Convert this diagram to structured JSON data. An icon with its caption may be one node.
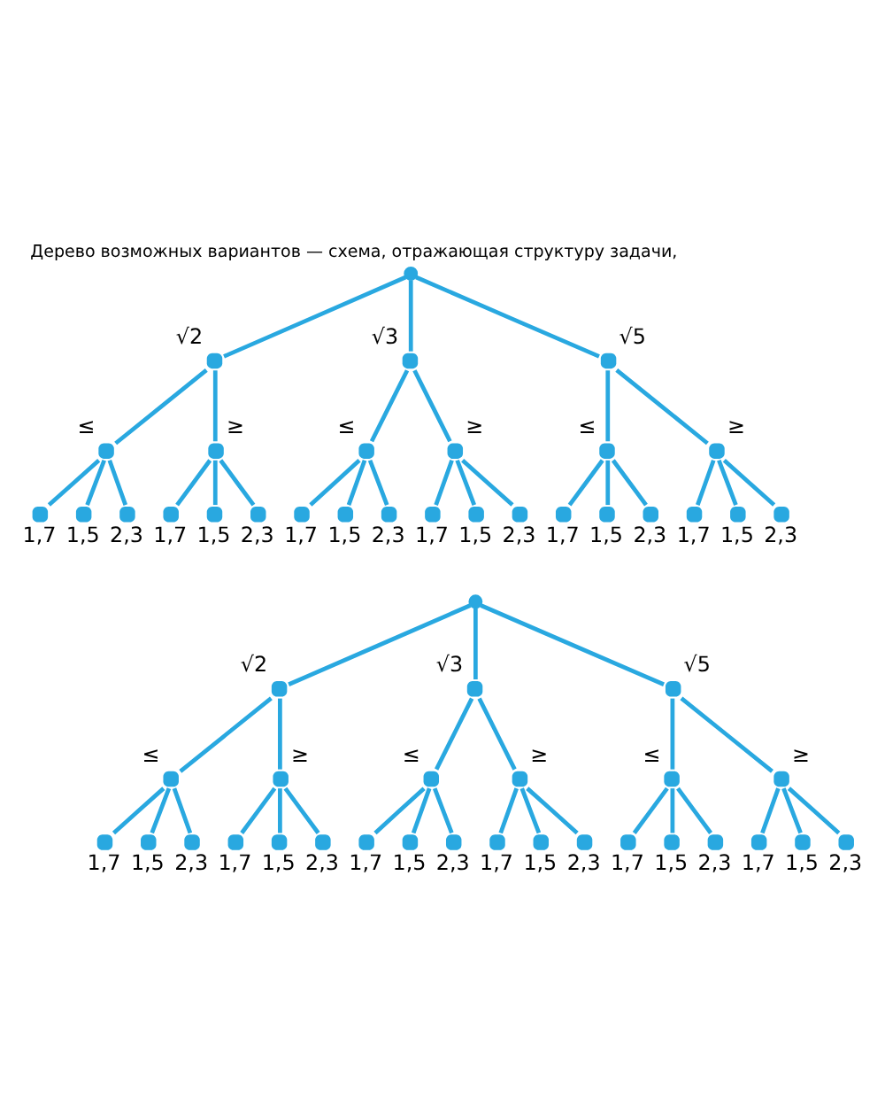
{
  "diagram": {
    "title": "Дерево возможных вариантов — схема, отражающая структуру задачи,",
    "nodes": [
      {
        "text": [],
        "shape": "circle"
      },
      {
        "text": [],
        "shape": "circle",
        "beside": [
          "√2"
        ]
      },
      {
        "text": [],
        "shape": "circle",
        "beside": [
          "√3"
        ]
      },
      {
        "text": [],
        "shape": "circle",
        "beside": [
          "√5"
        ]
      },
      {
        "text": [],
        "shape": "circle",
        "beside": [
          "≤"
        ]
      },
      {
        "text": [],
        "shape": "circle",
        "beside": [
          "≥"
        ]
      },
      {
        "text": [],
        "shape": "circle",
        "beside": [
          "≤"
        ]
      },
      {
        "text": [],
        "shape": "circle",
        "beside": [
          "≥"
        ]
      },
      {
        "text": [],
        "shape": "circle",
        "beside": [
          "≤"
        ]
      },
      {
        "text": [],
        "shape": "circle",
        "beside": [
          "≥"
        ]
      },
      {
        "text": [],
        "shape": "circle",
        "beside": [
          "1,7"
        ]
      },
      {
        "text": [],
        "shape": "circle",
        "beside": [
          "1,5"
        ]
      },
      {
        "text": [],
        "shape": "circle",
        "beside": [
          "2,3"
        ]
      },
      {
        "text": [],
        "shape": "circle",
        "beside": [
          "1,7"
        ]
      },
      {
        "text": [],
        "shape": "circle",
        "beside": [
          "1,5"
        ]
      },
      {
        "text": [],
        "shape": "circle",
        "beside": [
          "2,3"
        ]
      },
      {
        "text": [],
        "shape": "circle",
        "beside": [
          "1,7"
        ]
      },
      {
        "text": [],
        "shape": "circle",
        "beside": [
          "1,5"
        ]
      },
      {
        "text": [],
        "shape": "circle",
        "beside": [
          "2,3"
        ]
      },
      {
        "text": [],
        "shape": "circle",
        "beside": [
          "1,7"
        ]
      },
      {
        "text": [],
        "shape": "circle",
        "beside": [
          "1,5"
        ]
      },
      {
        "text": [],
        "shape": "circle",
        "beside": [
          "2,3"
        ]
      },
      {
        "text": [],
        "shape": "circle",
        "beside": [
          "1,7"
        ]
      },
      {
        "text": [],
        "shape": "circle",
        "beside": [
          "1,5"
        ]
      },
      {
        "text": [],
        "shape": "circle",
        "beside": [
          "2,3"
        ]
      },
      {
        "text": [],
        "shape": "circle",
        "beside": [
          "1,7"
        ]
      },
      {
        "text": [],
        "shape": "circle",
        "beside": [
          "1,5"
        ]
      },
      {
        "text": [],
        "shape": "circle",
        "beside": [
          "2,3"
        ]
      },
      {
        "text": [],
        "shape": "circle"
      },
      {
        "text": [],
        "shape": "circle",
        "beside": [
          "√2"
        ]
      },
      {
        "text": [],
        "shape": "circle",
        "beside": [
          "√3"
        ]
      },
      {
        "text": [],
        "shape": "circle",
        "beside": [
          "√5"
        ]
      },
      {
        "text": [],
        "shape": "circle",
        "beside": [
          "≤"
        ]
      },
      {
        "text": [],
        "shape": "circle",
        "beside": [
          "≥"
        ]
      },
      {
        "text": [],
        "shape": "circle",
        "beside": [
          "≤"
        ]
      },
      {
        "text": [],
        "shape": "circle",
        "beside": [
          "≥"
        ]
      },
      {
        "text": [],
        "shape": "circle",
        "beside": [
          "≤"
        ]
      },
      {
        "text": [],
        "shape": "circle",
        "beside": [
          "≥"
        ]
      },
      {
        "text": [],
        "shape": "circle",
        "beside": [
          "1,7"
        ]
      },
      {
        "text": [],
        "shape": "circle",
        "beside": [
          "1,5"
        ]
      },
      {
        "text": [],
        "shape": "circle",
        "beside": [
          "2,3"
        ]
      },
      {
        "text": [],
        "shape": "circle",
        "beside": [
          "1,7"
        ]
      },
      {
        "text": [],
        "shape": "circle",
        "beside": [
          "1,5"
        ]
      },
      {
        "text": [],
        "shape": "circle",
        "beside": [
          "2,3"
        ]
      },
      {
        "text": [],
        "shape": "circle",
        "beside": [
          "1,7"
        ]
      },
      {
        "text": [],
        "shape": "circle",
        "beside": [
          "1,5"
        ]
      },
      {
        "text": [],
        "shape": "circle",
        "beside": [
          "2,3"
        ]
      },
      {
        "text": [],
        "shape": "circle",
        "beside": [
          "1,7"
        ]
      },
      {
        "text": [],
        "shape": "circle",
        "beside": [
          "1,5"
        ]
      },
      {
        "text": [],
        "shape": "circle",
        "beside": [
          "2,3"
        ]
      },
      {
        "text": [],
        "shape": "circle",
        "beside": [
          "1,7"
        ]
      },
      {
        "text": [],
        "shape": "circle",
        "beside": [
          "1,5"
        ]
      },
      {
        "text": [],
        "shape": "circle",
        "beside": [
          "2,3"
        ]
      },
      {
        "text": [],
        "shape": "circle",
        "beside": [
          "1,7"
        ]
      },
      {
        "text": [],
        "shape": "circle",
        "beside": [
          "1,5"
        ]
      },
      {
        "text": [],
        "shape": "circle",
        "beside": [
          "2,3"
        ]
      }
    ],
    "edges": [
      {
        "from": 0,
        "to": 1,
        "arrow": "none"
      },
      {
        "from": 0,
        "to": 2,
        "arrow": "none"
      },
      {
        "from": 0,
        "to": 3,
        "arrow": "none"
      },
      {
        "from": 1,
        "to": 4,
        "arrow": "none"
      },
      {
        "from": 1,
        "to": 5,
        "arrow": "none"
      },
      {
        "from": 2,
        "to": 6,
        "arrow": "none"
      },
      {
        "from": 2,
        "to": 7,
        "arrow": "none"
      },
      {
        "from": 3,
        "to": 8,
        "arrow": "none"
      },
      {
        "from": 3,
        "to": 9,
        "arrow": "none"
      },
      {
        "from": 4,
        "to": 10,
        "arrow": "none"
      },
      {
        "from": 4,
        "to": 11,
        "arrow": "none"
      },
      {
        "from": 4,
        "to": 12,
        "arrow": "none"
      },
      {
        "from": 5,
        "to": 13,
        "arrow": "none"
      },
      {
        "from": 5,
        "to": 14,
        "arrow": "none"
      },
      {
        "from": 5,
        "to": 15,
        "arrow": "none"
      },
      {
        "from": 6,
        "to": 16,
        "arrow": "none"
      },
      {
        "from": 6,
        "to": 17,
        "arrow": "none"
      },
      {
        "from": 6,
        "to": 18,
        "arrow": "none"
      },
      {
        "from": 7,
        "to": 19,
        "arrow": "none"
      },
      {
        "from": 7,
        "to": 20,
        "arrow": "none"
      },
      {
        "from": 7,
        "to": 21,
        "arrow": "none"
      },
      {
        "from": 8,
        "to": 22,
        "arrow": "none"
      },
      {
        "from": 8,
        "to": 23,
        "arrow": "none"
      },
      {
        "from": 8,
        "to": 24,
        "arrow": "none"
      },
      {
        "from": 9,
        "to": 25,
        "arrow": "none"
      },
      {
        "from": 9,
        "to": 26,
        "arrow": "none"
      },
      {
        "from": 9,
        "to": 27,
        "arrow": "none"
      },
      {
        "from": 28,
        "to": 29,
        "arrow": "none"
      },
      {
        "from": 28,
        "to": 30,
        "arrow": "none"
      },
      {
        "from": 28,
        "to": 31,
        "arrow": "none"
      },
      {
        "from": 29,
        "to": 32,
        "arrow": "none"
      },
      {
        "from": 29,
        "to": 33,
        "arrow": "none"
      },
      {
        "from": 30,
        "to": 34,
        "arrow": "none"
      },
      {
        "from": 30,
        "to": 35,
        "arrow": "none"
      },
      {
        "from": 31,
        "to": 36,
        "arrow": "none"
      },
      {
        "from": 31,
        "to": 37,
        "arrow": "none"
      },
      {
        "from": 32,
        "to": 38,
        "arrow": "none"
      },
      {
        "from": 32,
        "to": 39,
        "arrow": "none"
      },
      {
        "from": 32,
        "to": 40,
        "arrow": "none"
      },
      {
        "from": 33,
        "to": 41,
        "arrow": "none"
      },
      {
        "from": 33,
        "to": 42,
        "arrow": "none"
      },
      {
        "from": 33,
        "to": 43,
        "arrow": "none"
      },
      {
        "from": 34,
        "to": 44,
        "arrow": "none"
      },
      {
        "from": 34,
        "to": 45,
        "arrow": "none"
      },
      {
        "from": 34,
        "to": 46,
        "arrow": "none"
      },
      {
        "from": 35,
        "to": 47,
        "arrow": "none"
      },
      {
        "from": 35,
        "to": 48,
        "arrow": "none"
      },
      {
        "from": 35,
        "to": 49,
        "arrow": "none"
      },
      {
        "from": 36,
        "to": 50,
        "arrow": "none"
      },
      {
        "from": 36,
        "to": 51,
        "arrow": "none"
      },
      {
        "from": 36,
        "to": 52,
        "arrow": "none"
      },
      {
        "from": 37,
        "to": 53,
        "arrow": "none"
      },
      {
        "from": 37,
        "to": 54,
        "arrow": "none"
      },
      {
        "from": 37,
        "to": 55,
        "arrow": "none"
      }
    ]
  }
}
